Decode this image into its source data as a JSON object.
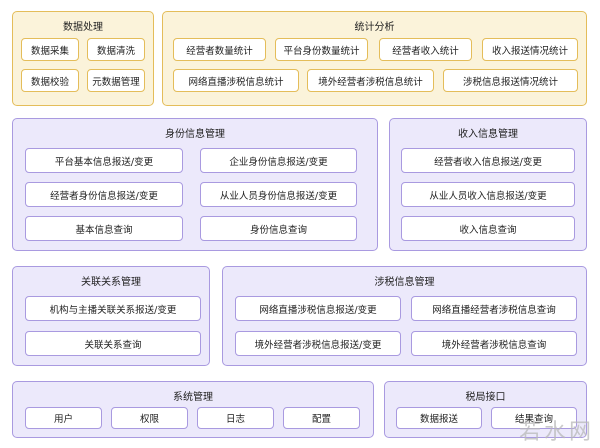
{
  "data_processing": {
    "title": "数据处理",
    "items": [
      "数据采集",
      "数据清洗",
      "数据校验",
      "元数据管理"
    ]
  },
  "statistics": {
    "title": "统计分析",
    "items": [
      "经营者数量统计",
      "平台身份数量统计",
      "经营者收入统计",
      "收入报送情况统计",
      "网络直播涉税信息统计",
      "境外经营者涉税信息统计",
      "涉税信息报送情况统计"
    ]
  },
  "identity": {
    "title": "身份信息管理",
    "items": [
      "平台基本信息报送/变更",
      "企业身份信息报送/变更",
      "经营者身份信息报送/变更",
      "从业人员身份信息报送/变更",
      "基本信息查询",
      "身份信息查询"
    ]
  },
  "income": {
    "title": "收入信息管理",
    "items": [
      "经营者收入信息报送/变更",
      "从业人员收入信息报送/变更",
      "收入信息查询"
    ]
  },
  "relation": {
    "title": "关联关系管理",
    "items": [
      "机构与主播关联关系报送/变更",
      "关联关系查询"
    ]
  },
  "tax": {
    "title": "涉税信息管理",
    "items": [
      "网络直播涉税信息报送/变更",
      "网络直播经营者涉税信息查询",
      "境外经营者涉税信息报送/变更",
      "境外经营者涉税信息查询"
    ]
  },
  "system": {
    "title": "系统管理",
    "items": [
      "用户",
      "权限",
      "日志",
      "配置"
    ]
  },
  "tax_bureau": {
    "title": "税局接口",
    "items": [
      "数据报送",
      "结果查询"
    ]
  },
  "watermark": "若水网",
  "colors": {
    "yellow_bg": "#fbf3da",
    "yellow_border": "#e4bd5a",
    "purple_bg": "#ece9fb",
    "purple_border": "#a99ae0"
  }
}
